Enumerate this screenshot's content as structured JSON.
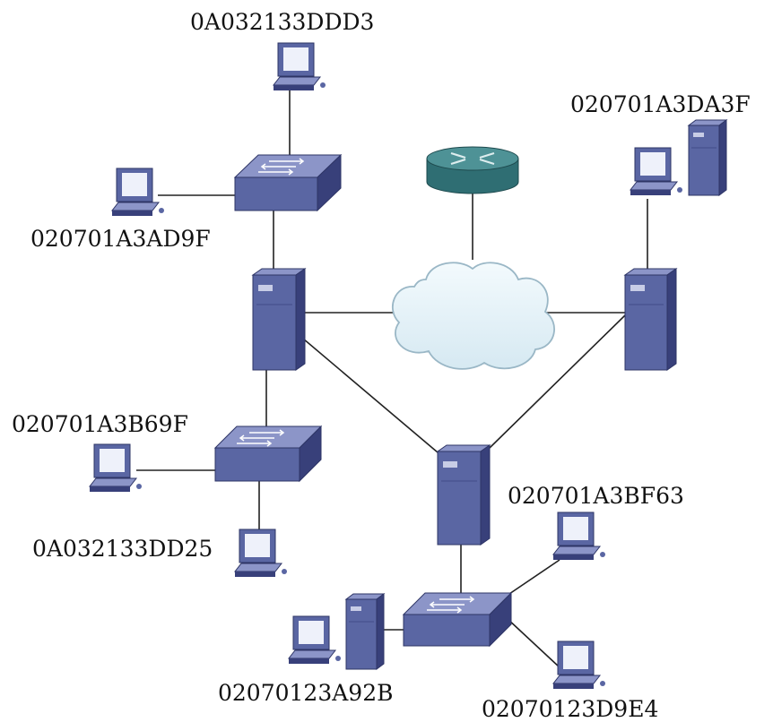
{
  "labels": {
    "pc_top": "0A032133DDD3",
    "pc_left_upper": "020701A3AD9F",
    "pc_right_upper": "020701A3DA3F",
    "pc_left_lower": "020701A3B69F",
    "pc_below_switch2": "0A032133DD25",
    "pc_right_lower": "020701A3BF63",
    "pc_bottom_left": "02070123A92B",
    "pc_bottom_right": "02070123D9E4"
  },
  "colors": {
    "device_face": "#5A66A3",
    "device_side": "#38407A",
    "device_top": "#8C95C8",
    "router_face": "#2F6E73",
    "router_top": "#4E9296",
    "cloud_fill": "#E3F1F7",
    "cloud_stroke": "#9AB7C6",
    "screen": "#EEF1FA",
    "line": "#222222"
  },
  "devices": {
    "router": "router-icon",
    "cloud": "cloud-icon",
    "switch": "switch-icon",
    "server": "server-icon",
    "pc": "pc-icon"
  }
}
